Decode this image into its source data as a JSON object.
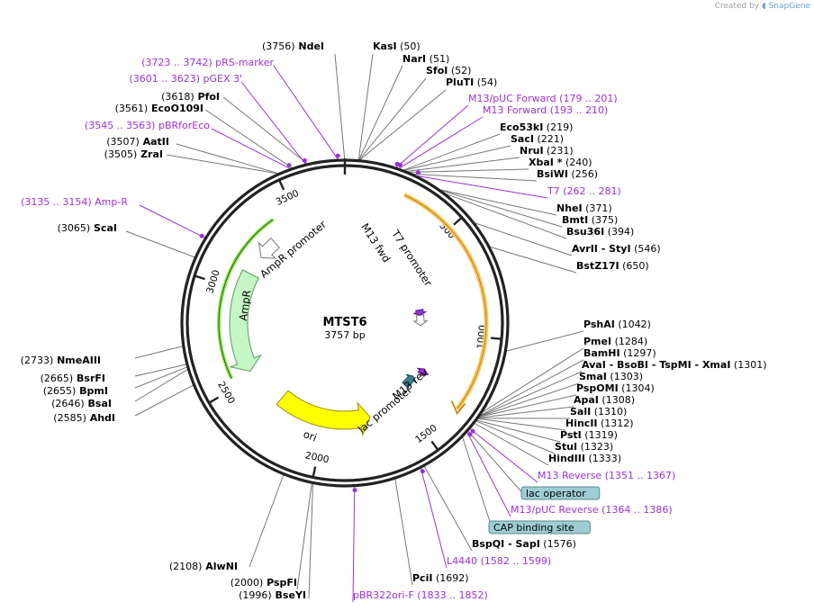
{
  "branding": {
    "created_by": "Created by",
    "brand": "SnapGene"
  },
  "plasmid": {
    "name": "MTST6",
    "length_label": "3757 bp",
    "total_bp": 3757
  },
  "ruler_ticks": [
    "500",
    "1000",
    "1500",
    "2000",
    "2500",
    "3000",
    "3500"
  ],
  "features": [
    {
      "name": "T7 promoter",
      "color": "#ffffff"
    },
    {
      "name": "M13 fwd",
      "color": "#9b30d9"
    },
    {
      "name": "AmpR promoter",
      "color": "#ffffff"
    },
    {
      "name": "AmpR",
      "color": "#c6f6c6"
    },
    {
      "name": "ori",
      "color": "#ffff00"
    },
    {
      "name": "lac promoter",
      "color": "#ffffff"
    },
    {
      "name": "M13 rev",
      "color": "#9b30d9"
    }
  ],
  "labels": [
    {
      "kind": "enzyme",
      "pos": "(3756)",
      "name": "NdeI"
    },
    {
      "kind": "enzyme",
      "name": "KasI",
      "pos": "(50)"
    },
    {
      "kind": "enzyme",
      "name": "NarI",
      "pos": "(51)"
    },
    {
      "kind": "enzyme",
      "name": "SfoI",
      "pos": "(52)"
    },
    {
      "kind": "enzyme",
      "name": "PluTI",
      "pos": "(54)"
    },
    {
      "kind": "primer",
      "name": "M13/pUC Forward",
      "pos": "(179 .. 201)"
    },
    {
      "kind": "primer",
      "name": "M13 Forward",
      "pos": "(193 .. 210)"
    },
    {
      "kind": "enzyme",
      "name": "Eco53kI",
      "pos": "(219)"
    },
    {
      "kind": "enzyme",
      "name": "SacI",
      "pos": "(221)"
    },
    {
      "kind": "enzyme",
      "name": "NruI",
      "pos": "(231)"
    },
    {
      "kind": "enzyme",
      "name": "XbaI *",
      "pos": "(240)"
    },
    {
      "kind": "enzyme",
      "name": "BsiWI",
      "pos": "(256)"
    },
    {
      "kind": "primer",
      "name": "T7",
      "pos": "(262 .. 281)"
    },
    {
      "kind": "enzyme",
      "name": "NheI",
      "pos": "(371)"
    },
    {
      "kind": "enzyme",
      "name": "BmtI",
      "pos": "(375)"
    },
    {
      "kind": "enzyme",
      "name": "Bsu36I",
      "pos": "(394)"
    },
    {
      "kind": "enzyme",
      "name": "AvrII   - StyI",
      "pos": "(546)"
    },
    {
      "kind": "enzyme",
      "name": "BstZ17I",
      "pos": "(650)"
    },
    {
      "kind": "enzyme",
      "name": "PshAI",
      "pos": "(1042)"
    },
    {
      "kind": "enzyme",
      "name": "PmeI",
      "pos": "(1284)"
    },
    {
      "kind": "enzyme",
      "name": "BamHI",
      "pos": "(1297)"
    },
    {
      "kind": "enzyme",
      "name": "AvaI   - BsoBI   - TspMI    - XmaI",
      "pos": "(1301)"
    },
    {
      "kind": "enzyme",
      "name": "SmaI",
      "pos": "(1303)"
    },
    {
      "kind": "enzyme",
      "name": "PspOMI",
      "pos": "(1304)"
    },
    {
      "kind": "enzyme",
      "name": "ApaI",
      "pos": "(1308)"
    },
    {
      "kind": "enzyme",
      "name": "SalI",
      "pos": "(1310)"
    },
    {
      "kind": "enzyme",
      "name": "HincII",
      "pos": "(1312)"
    },
    {
      "kind": "enzyme",
      "name": "PstI",
      "pos": "(1319)"
    },
    {
      "kind": "enzyme",
      "name": "StuI",
      "pos": "(1323)"
    },
    {
      "kind": "enzyme",
      "name": "HindIII",
      "pos": "(1333)"
    },
    {
      "kind": "primer",
      "name": "M13 Reverse",
      "pos": "(1351 .. 1367)"
    },
    {
      "kind": "boxed",
      "name": "lac operator",
      "pos": ""
    },
    {
      "kind": "primer",
      "name": "M13/pUC Reverse",
      "pos": "(1364 .. 1386)"
    },
    {
      "kind": "boxed",
      "name": "CAP binding site",
      "pos": ""
    },
    {
      "kind": "enzyme",
      "name": "BspQI   - SapI",
      "pos": "(1576)"
    },
    {
      "kind": "primer",
      "name": "L4440",
      "pos": "(1582 .. 1599)"
    },
    {
      "kind": "enzyme",
      "name": "PciI",
      "pos": "(1692)"
    },
    {
      "kind": "primer",
      "name": "pBR322ori-F",
      "pos": "(1833 .. 1852)"
    },
    {
      "kind": "enzyme",
      "pos": "(1996)",
      "name": "BseYI"
    },
    {
      "kind": "enzyme",
      "pos": "(2000)",
      "name": "PspFI"
    },
    {
      "kind": "enzyme",
      "pos": "(2108)",
      "name": "AlwNI"
    },
    {
      "kind": "enzyme",
      "pos": "(2585)",
      "name": "AhdI"
    },
    {
      "kind": "enzyme",
      "pos": "(2646)",
      "name": "BsaI"
    },
    {
      "kind": "enzyme",
      "pos": "(2655)",
      "name": "BpmI"
    },
    {
      "kind": "enzyme",
      "pos": "(2665)",
      "name": "BsrFI"
    },
    {
      "kind": "enzyme",
      "pos": "(2733)",
      "name": "NmeAIII"
    },
    {
      "kind": "enzyme",
      "pos": "(3065)",
      "name": "ScaI"
    },
    {
      "kind": "primer",
      "pos": "(3135 .. 3154)",
      "name": "Amp-R"
    },
    {
      "kind": "enzyme",
      "pos": "(3505)",
      "name": "ZraI"
    },
    {
      "kind": "enzyme",
      "pos": "(3507)",
      "name": "AatII"
    },
    {
      "kind": "primer",
      "pos": "(3545 .. 3563)",
      "name": "pBRforEco"
    },
    {
      "kind": "enzyme",
      "pos": "(3561)",
      "name": "EcoO109I"
    },
    {
      "kind": "enzyme",
      "pos": "(3618)",
      "name": "PfoI"
    },
    {
      "kind": "primer",
      "pos": "(3601 .. 3623)",
      "name": "pGEX 3'"
    },
    {
      "kind": "primer",
      "pos": "(3723 .. 3742)",
      "name": "pRS-marker"
    }
  ]
}
